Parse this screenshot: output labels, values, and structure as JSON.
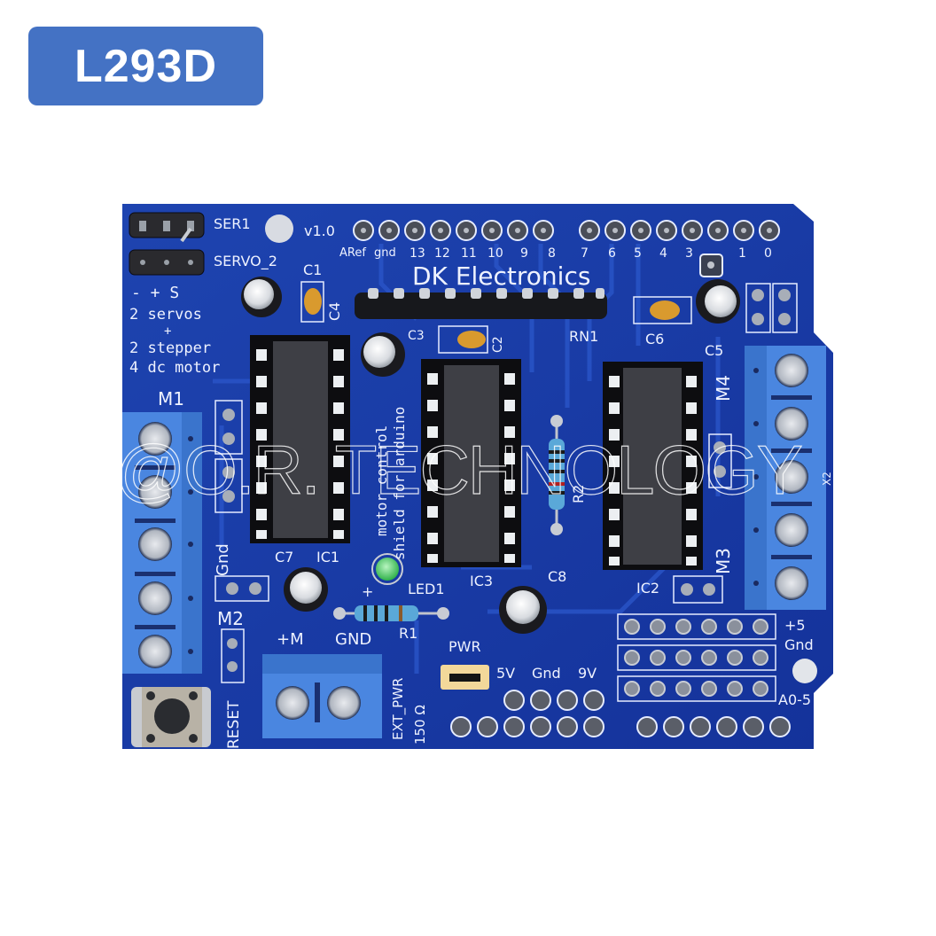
{
  "badge": {
    "title": "L293D",
    "color": "#4472c4"
  },
  "board": {
    "name": "DK Electronics motor control shield for arduino",
    "version": "v1.0",
    "brand": "DK Electronics",
    "tagline_1": "motor control",
    "tagline_2": "shield for arduino",
    "pcb_color": "#1a3fa8",
    "terminal_color": "#4a86e0",
    "servo_headers": {
      "ser1": "SER1",
      "servo2": "SERVO_2",
      "polarity": "-  +  S"
    },
    "capabilities": [
      "2 servos",
      "+",
      "2 stepper",
      "4 dc motor"
    ],
    "top_header_labels": [
      "ARef",
      "gnd",
      "13",
      "12",
      "11",
      "10",
      "9",
      "8",
      "7",
      "6",
      "5",
      "4",
      "3",
      "1",
      "0"
    ],
    "components": {
      "c1": "C1",
      "c2": "C2",
      "c3": "C3",
      "c4": "C4",
      "c5": "C5",
      "c6": "C6",
      "c7": "C7",
      "c8": "C8",
      "ic1": "IC1",
      "ic2": "IC2",
      "ic3": "IC3",
      "rn1": "RN1",
      "r1": "R1",
      "r2": "R2",
      "led1": "LED1"
    },
    "motor_labels": {
      "m1": "M1",
      "m2": "M2",
      "m3": "M3",
      "m4": "M4",
      "x2": "X2"
    },
    "left_labels": {
      "gnd": "Gnd",
      "reset": "RESET"
    },
    "power": {
      "plus_m": "+M",
      "gnd": "GND",
      "ext_pwr": "EXT_PWR",
      "ohm": "150 Ω",
      "pwr": "PWR",
      "v5": "5V",
      "gnd2": "Gnd",
      "v9": "9V",
      "led_plus": "+"
    },
    "analog": {
      "plus5": "+5",
      "gnd": "Gnd",
      "a05": "A0-5"
    }
  },
  "watermark": "@O.R. TECHNOLOGY"
}
